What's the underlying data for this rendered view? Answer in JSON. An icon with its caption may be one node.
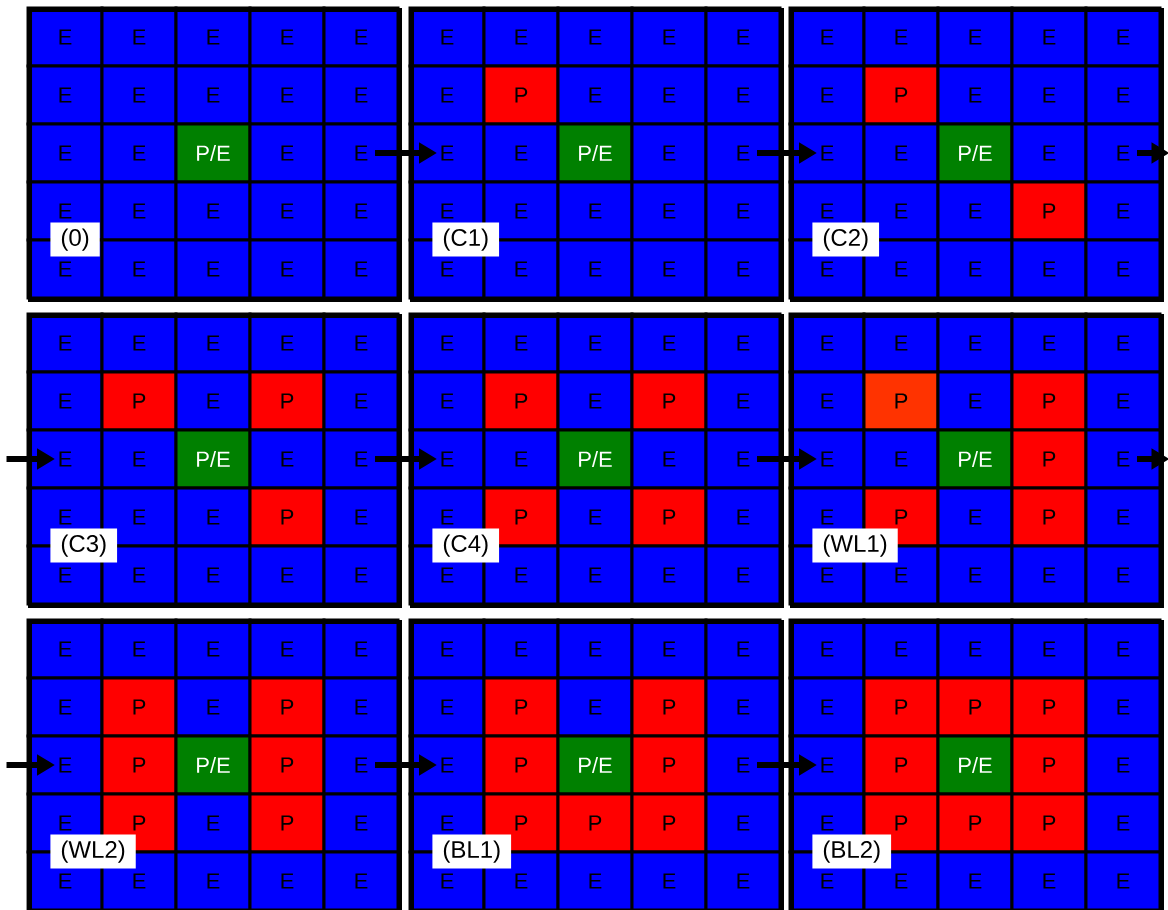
{
  "diagram": {
    "nodes": [
      {
        "text": [],
        "shape": "box"
      },
      {
        "text": [
          "E"
        ],
        "in": 0
      },
      {
        "text": [
          "E"
        ],
        "in": 0
      },
      {
        "text": [
          "E"
        ],
        "in": 0
      },
      {
        "text": [
          "E"
        ],
        "in": 0
      },
      {
        "text": [
          "E"
        ],
        "in": 0
      },
      {
        "text": [
          "E"
        ],
        "in": 0
      },
      {
        "text": [
          "E"
        ],
        "in": 0
      },
      {
        "text": [
          "E"
        ],
        "in": 0
      },
      {
        "text": [
          "E"
        ],
        "in": 0
      },
      {
        "text": [
          "E"
        ],
        "in": 0
      },
      {
        "text": [
          "E"
        ],
        "in": 0
      },
      {
        "text": [
          "E"
        ],
        "in": 0
      },
      {
        "text": [
          "P/E"
        ],
        "in": 0
      },
      {
        "text": [
          "E"
        ],
        "in": 0
      },
      {
        "text": [
          "E"
        ],
        "in": 0
      },
      {
        "text": [
          "E"
        ],
        "in": 0
      },
      {
        "text": [
          "E"
        ],
        "in": 0
      },
      {
        "text": [
          "E"
        ],
        "in": 0
      },
      {
        "text": [
          "E"
        ],
        "in": 0
      },
      {
        "text": [
          "E"
        ],
        "in": 0
      },
      {
        "text": [
          "E"
        ],
        "in": 0
      },
      {
        "text": [
          "E"
        ],
        "in": 0
      },
      {
        "text": [
          "E"
        ],
        "in": 0
      },
      {
        "text": [
          "E"
        ],
        "in": 0
      },
      {
        "text": [
          "E"
        ],
        "in": 0
      },
      {
        "text": [],
        "shape": "box"
      },
      {
        "text": [
          "E"
        ],
        "in": 26
      },
      {
        "text": [
          "E"
        ],
        "in": 26
      },
      {
        "text": [
          "E"
        ],
        "in": 26
      },
      {
        "text": [
          "E"
        ],
        "in": 26
      },
      {
        "text": [
          "E"
        ],
        "in": 26
      },
      {
        "text": [
          "E"
        ],
        "in": 26
      },
      {
        "text": [
          "P"
        ],
        "in": 26
      },
      {
        "text": [
          "E"
        ],
        "in": 26
      },
      {
        "text": [
          "E"
        ],
        "in": 26
      },
      {
        "text": [
          "E"
        ],
        "in": 26
      },
      {
        "text": [
          "E"
        ],
        "in": 26
      },
      {
        "text": [
          "E"
        ],
        "in": 26
      },
      {
        "text": [
          "P/E"
        ],
        "in": 26
      },
      {
        "text": [
          "E"
        ],
        "in": 26
      },
      {
        "text": [
          "E"
        ],
        "in": 26
      },
      {
        "text": [
          "E"
        ],
        "in": 26
      },
      {
        "text": [
          "E"
        ],
        "in": 26
      },
      {
        "text": [
          "E"
        ],
        "in": 26
      },
      {
        "text": [
          "E"
        ],
        "in": 26
      },
      {
        "text": [
          "E"
        ],
        "in": 26
      },
      {
        "text": [
          "E"
        ],
        "in": 26
      },
      {
        "text": [
          "E"
        ],
        "in": 26
      },
      {
        "text": [
          "E"
        ],
        "in": 26
      },
      {
        "text": [
          "E"
        ],
        "in": 26
      },
      {
        "text": [
          "E"
        ],
        "in": 26
      },
      {
        "text": [],
        "shape": "box"
      },
      {
        "text": [
          "E"
        ],
        "in": 52
      },
      {
        "text": [
          "E"
        ],
        "in": 52
      },
      {
        "text": [
          "E"
        ],
        "in": 52
      },
      {
        "text": [
          "E"
        ],
        "in": 52
      },
      {
        "text": [
          "E"
        ],
        "in": 52
      },
      {
        "text": [
          "E"
        ],
        "in": 52
      },
      {
        "text": [
          "P"
        ],
        "in": 52
      },
      {
        "text": [
          "E"
        ],
        "in": 52
      },
      {
        "text": [
          "E"
        ],
        "in": 52
      },
      {
        "text": [
          "E"
        ],
        "in": 52
      },
      {
        "text": [
          "E"
        ],
        "in": 52
      },
      {
        "text": [
          "E"
        ],
        "in": 52
      },
      {
        "text": [
          "P/E"
        ],
        "in": 52
      },
      {
        "text": [
          "E"
        ],
        "in": 52
      },
      {
        "text": [
          "E"
        ],
        "in": 52
      },
      {
        "text": [
          "E"
        ],
        "in": 52
      },
      {
        "text": [
          "E"
        ],
        "in": 52
      },
      {
        "text": [
          "E"
        ],
        "in": 52
      },
      {
        "text": [
          "P"
        ],
        "in": 52
      },
      {
        "text": [
          "E"
        ],
        "in": 52
      },
      {
        "text": [
          "E"
        ],
        "in": 52
      },
      {
        "text": [
          "E"
        ],
        "in": 52
      },
      {
        "text": [
          "E"
        ],
        "in": 52
      },
      {
        "text": [
          "E"
        ],
        "in": 52
      },
      {
        "text": [
          "E"
        ],
        "in": 52
      },
      {
        "text": [],
        "shape": "box"
      },
      {
        "text": [
          "E"
        ],
        "in": 78
      },
      {
        "text": [
          "E"
        ],
        "in": 78
      },
      {
        "text": [
          "E"
        ],
        "in": 78
      },
      {
        "text": [
          "E"
        ],
        "in": 78
      },
      {
        "text": [
          "E"
        ],
        "in": 78
      },
      {
        "text": [
          "E"
        ],
        "in": 78
      },
      {
        "text": [
          "P"
        ],
        "in": 78
      },
      {
        "text": [
          "E"
        ],
        "in": 78
      },
      {
        "text": [
          "P"
        ],
        "in": 78
      },
      {
        "text": [
          "E"
        ],
        "in": 78
      },
      {
        "text": [
          "E"
        ],
        "in": 78
      },
      {
        "text": [
          "E"
        ],
        "in": 78
      },
      {
        "text": [
          "P/E"
        ],
        "in": 78
      },
      {
        "text": [
          "E"
        ],
        "in": 78
      },
      {
        "text": [
          "E"
        ],
        "in": 78
      },
      {
        "text": [
          "E"
        ],
        "in": 78
      },
      {
        "text": [
          "E"
        ],
        "in": 78
      },
      {
        "text": [
          "E"
        ],
        "in": 78
      },
      {
        "text": [
          "P"
        ],
        "in": 78
      },
      {
        "text": [
          "E"
        ],
        "in": 78
      },
      {
        "text": [
          "E"
        ],
        "in": 78
      },
      {
        "text": [
          "E"
        ],
        "in": 78
      },
      {
        "text": [
          "E"
        ],
        "in": 78
      },
      {
        "text": [
          "E"
        ],
        "in": 78
      },
      {
        "text": [
          "E"
        ],
        "in": 78
      },
      {
        "text": [],
        "shape": "box"
      },
      {
        "text": [
          "E"
        ],
        "in": 104
      },
      {
        "text": [
          "E"
        ],
        "in": 104
      },
      {
        "text": [
          "E"
        ],
        "in": 104
      },
      {
        "text": [
          "E"
        ],
        "in": 104
      },
      {
        "text": [
          "E"
        ],
        "in": 104
      },
      {
        "text": [
          "E"
        ],
        "in": 104
      },
      {
        "text": [
          "P"
        ],
        "in": 104
      },
      {
        "text": [
          "E"
        ],
        "in": 104
      },
      {
        "text": [
          "P"
        ],
        "in": 104
      },
      {
        "text": [
          "E"
        ],
        "in": 104
      },
      {
        "text": [
          "E"
        ],
        "in": 104
      },
      {
        "text": [
          "E"
        ],
        "in": 104
      },
      {
        "text": [
          "P/E"
        ],
        "in": 104
      },
      {
        "text": [
          "E"
        ],
        "in": 104
      },
      {
        "text": [
          "E"
        ],
        "in": 104
      },
      {
        "text": [
          "E"
        ],
        "in": 104
      },
      {
        "text": [
          "P"
        ],
        "in": 104
      },
      {
        "text": [
          "E"
        ],
        "in": 104
      },
      {
        "text": [
          "P"
        ],
        "in": 104
      },
      {
        "text": [
          "E"
        ],
        "in": 104
      },
      {
        "text": [
          "E"
        ],
        "in": 104
      },
      {
        "text": [
          "E"
        ],
        "in": 104
      },
      {
        "text": [
          "E"
        ],
        "in": 104
      },
      {
        "text": [
          "E"
        ],
        "in": 104
      },
      {
        "text": [
          "E"
        ],
        "in": 104
      },
      {
        "text": [],
        "shape": "box"
      },
      {
        "text": [
          "E"
        ],
        "in": 130
      },
      {
        "text": [
          "E"
        ],
        "in": 130
      },
      {
        "text": [
          "E"
        ],
        "in": 130
      },
      {
        "text": [
          "E"
        ],
        "in": 130
      },
      {
        "text": [
          "E"
        ],
        "in": 130
      },
      {
        "text": [
          "E"
        ],
        "in": 130
      },
      {
        "text": [
          "P"
        ],
        "in": 130
      },
      {
        "text": [
          "E"
        ],
        "in": 130
      },
      {
        "text": [
          "P"
        ],
        "in": 130
      },
      {
        "text": [
          "E"
        ],
        "in": 130
      },
      {
        "text": [
          "E"
        ],
        "in": 130
      },
      {
        "text": [
          "E"
        ],
        "in": 130
      },
      {
        "text": [
          "P/E"
        ],
        "in": 130
      },
      {
        "text": [
          "P"
        ],
        "in": 130
      },
      {
        "text": [
          "E"
        ],
        "in": 130
      },
      {
        "text": [
          "E"
        ],
        "in": 130
      },
      {
        "text": [
          "P"
        ],
        "in": 130
      },
      {
        "text": [
          "E"
        ],
        "in": 130
      },
      {
        "text": [
          "P"
        ],
        "in": 130
      },
      {
        "text": [
          "E"
        ],
        "in": 130
      },
      {
        "text": [
          "E"
        ],
        "in": 130
      },
      {
        "text": [
          "E"
        ],
        "in": 130
      },
      {
        "text": [
          "E"
        ],
        "in": 130
      },
      {
        "text": [
          "E"
        ],
        "in": 130
      },
      {
        "text": [
          "E"
        ],
        "in": 130
      },
      {
        "text": [],
        "shape": "box"
      },
      {
        "text": [
          "E"
        ],
        "in": 156
      },
      {
        "text": [
          "E"
        ],
        "in": 156
      },
      {
        "text": [
          "E"
        ],
        "in": 156
      },
      {
        "text": [
          "E"
        ],
        "in": 156
      },
      {
        "text": [
          "E"
        ],
        "in": 156
      },
      {
        "text": [
          "E"
        ],
        "in": 156
      },
      {
        "text": [
          "P"
        ],
        "in": 156
      },
      {
        "text": [
          "E"
        ],
        "in": 156
      },
      {
        "text": [
          "P"
        ],
        "in": 156
      },
      {
        "text": [
          "E"
        ],
        "in": 156
      },
      {
        "text": [
          "E"
        ],
        "in": 156
      },
      {
        "text": [
          "P"
        ],
        "in": 156
      },
      {
        "text": [
          "P/E"
        ],
        "in": 156
      },
      {
        "text": [
          "P"
        ],
        "in": 156
      },
      {
        "text": [
          "E"
        ],
        "in": 156
      },
      {
        "text": [
          "E"
        ],
        "in": 156
      },
      {
        "text": [
          "P"
        ],
        "in": 156
      },
      {
        "text": [
          "E"
        ],
        "in": 156
      },
      {
        "text": [
          "P"
        ],
        "in": 156
      },
      {
        "text": [
          "E"
        ],
        "in": 156
      },
      {
        "text": [
          "E"
        ],
        "in": 156
      },
      {
        "text": [
          "E"
        ],
        "in": 156
      },
      {
        "text": [
          "E"
        ],
        "in": 156
      },
      {
        "text": [
          "E"
        ],
        "in": 156
      },
      {
        "text": [
          "E"
        ],
        "in": 156
      },
      {
        "text": [],
        "shape": "box"
      },
      {
        "text": [
          "E"
        ],
        "in": 182
      },
      {
        "text": [
          "E"
        ],
        "in": 182
      },
      {
        "text": [
          "E"
        ],
        "in": 182
      },
      {
        "text": [
          "E"
        ],
        "in": 182
      },
      {
        "text": [
          "E"
        ],
        "in": 182
      },
      {
        "text": [
          "E"
        ],
        "in": 182
      },
      {
        "text": [
          "P"
        ],
        "in": 182
      },
      {
        "text": [
          "E"
        ],
        "in": 182
      },
      {
        "text": [
          "P"
        ],
        "in": 182
      },
      {
        "text": [
          "E"
        ],
        "in": 182
      },
      {
        "text": [
          "E"
        ],
        "in": 182
      },
      {
        "text": [
          "P"
        ],
        "in": 182
      },
      {
        "text": [
          "P/E"
        ],
        "in": 182
      },
      {
        "text": [
          "P"
        ],
        "in": 182
      },
      {
        "text": [
          "E"
        ],
        "in": 182
      },
      {
        "text": [
          "E"
        ],
        "in": 182
      },
      {
        "text": [
          "P"
        ],
        "in": 182
      },
      {
        "text": [
          "P"
        ],
        "in": 182
      },
      {
        "text": [
          "P"
        ],
        "in": 182
      },
      {
        "text": [
          "E"
        ],
        "in": 182
      },
      {
        "text": [
          "E"
        ],
        "in": 182
      },
      {
        "text": [
          "E"
        ],
        "in": 182
      },
      {
        "text": [
          "E"
        ],
        "in": 182
      },
      {
        "text": [
          "E"
        ],
        "in": 182
      },
      {
        "text": [
          "E"
        ],
        "in": 182
      },
      {
        "text": [],
        "shape": "box"
      },
      {
        "text": [
          "E"
        ],
        "in": 208
      },
      {
        "text": [
          "E"
        ],
        "in": 208
      },
      {
        "text": [
          "E"
        ],
        "in": 208
      },
      {
        "text": [
          "E"
        ],
        "in": 208
      },
      {
        "text": [
          "E"
        ],
        "in": 208
      },
      {
        "text": [
          "E"
        ],
        "in": 208
      },
      {
        "text": [
          "P"
        ],
        "in": 208
      },
      {
        "text": [
          "P"
        ],
        "in": 208
      },
      {
        "text": [
          "P"
        ],
        "in": 208
      },
      {
        "text": [
          "E"
        ],
        "in": 208
      },
      {
        "text": [
          "E"
        ],
        "in": 208
      },
      {
        "text": [
          "P"
        ],
        "in": 208
      },
      {
        "text": [
          "P/E"
        ],
        "in": 208
      },
      {
        "text": [
          "P"
        ],
        "in": 208
      },
      {
        "text": [
          "E"
        ],
        "in": 208
      },
      {
        "text": [
          "E"
        ],
        "in": 208
      },
      {
        "text": [
          "P"
        ],
        "in": 208
      },
      {
        "text": [
          "P"
        ],
        "in": 208
      },
      {
        "text": [
          "P"
        ],
        "in": 208
      },
      {
        "text": [
          "E"
        ],
        "in": 208
      },
      {
        "text": [
          "E"
        ],
        "in": 208
      },
      {
        "text": [
          "E"
        ],
        "in": 208
      },
      {
        "text": [
          "E"
        ],
        "in": 208
      },
      {
        "text": [
          "E"
        ],
        "in": 208
      },
      {
        "text": [
          "E"
        ],
        "in": 208
      },
      {
        "text": [
          "(0)"
        ],
        "in": 0
      },
      {
        "text": [
          "(C1)"
        ],
        "in": 26
      },
      {
        "text": [
          "(C2)"
        ],
        "in": 52
      },
      {
        "text": [
          "(C3)"
        ],
        "in": 78
      },
      {
        "text": [
          "(C4)"
        ],
        "in": 104
      },
      {
        "text": [
          "(WL1)"
        ],
        "in": 130
      },
      {
        "text": [
          "(WL2)"
        ],
        "in": 156
      },
      {
        "text": [
          "(BL1)"
        ],
        "in": 182
      },
      {
        "text": [
          "(BL2)"
        ],
        "in": 208
      }
    ],
    "edges": [
      {
        "from": 15,
        "to": 37,
        "arrow": "to"
      },
      {
        "from": 41,
        "to": 63,
        "arrow": "to"
      },
      {
        "from": 67,
        "to": null,
        "arrow": "to"
      },
      {
        "from": null,
        "to": 89,
        "arrow": "to"
      },
      {
        "from": 93,
        "to": 115,
        "arrow": "to"
      },
      {
        "from": 119,
        "to": 141,
        "arrow": "to"
      },
      {
        "from": 145,
        "to": null,
        "arrow": "to"
      },
      {
        "from": null,
        "to": 167,
        "arrow": "to"
      },
      {
        "from": 171,
        "to": 193,
        "arrow": "to"
      },
      {
        "from": 197,
        "to": 219,
        "arrow": "to"
      }
    ]
  }
}
